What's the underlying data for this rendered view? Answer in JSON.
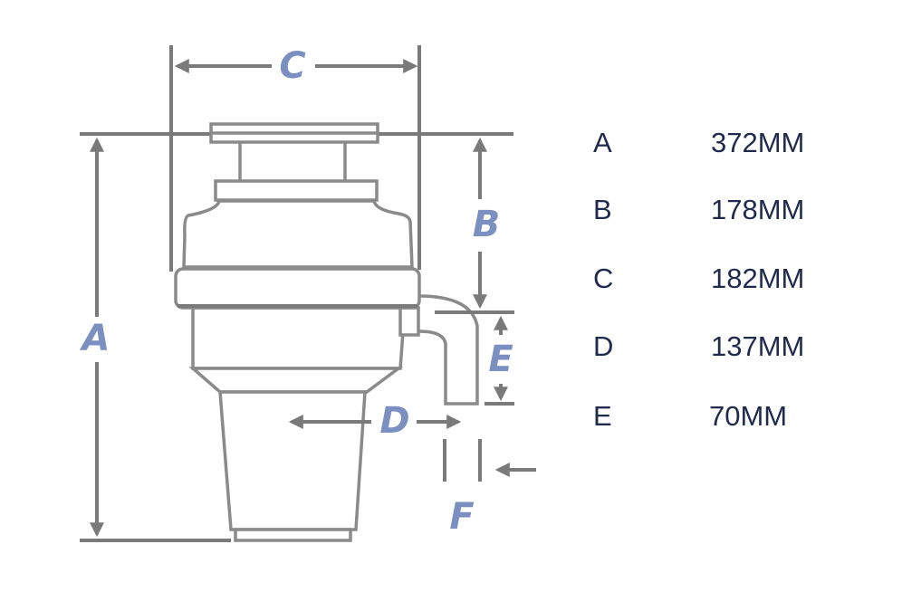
{
  "diagram": {
    "labels": {
      "a": "A",
      "b": "B",
      "c": "C",
      "d": "D",
      "e": "E",
      "f": "F"
    },
    "line_color": "#7a7a7a",
    "label_color": "#7b8fc0"
  },
  "specs": [
    {
      "key": "A",
      "value": "372MM"
    },
    {
      "key": "B",
      "value": "178MM"
    },
    {
      "key": "C",
      "value": "182MM"
    },
    {
      "key": "D",
      "value": "137MM"
    },
    {
      "key": "E",
      "value": "70MM"
    }
  ]
}
